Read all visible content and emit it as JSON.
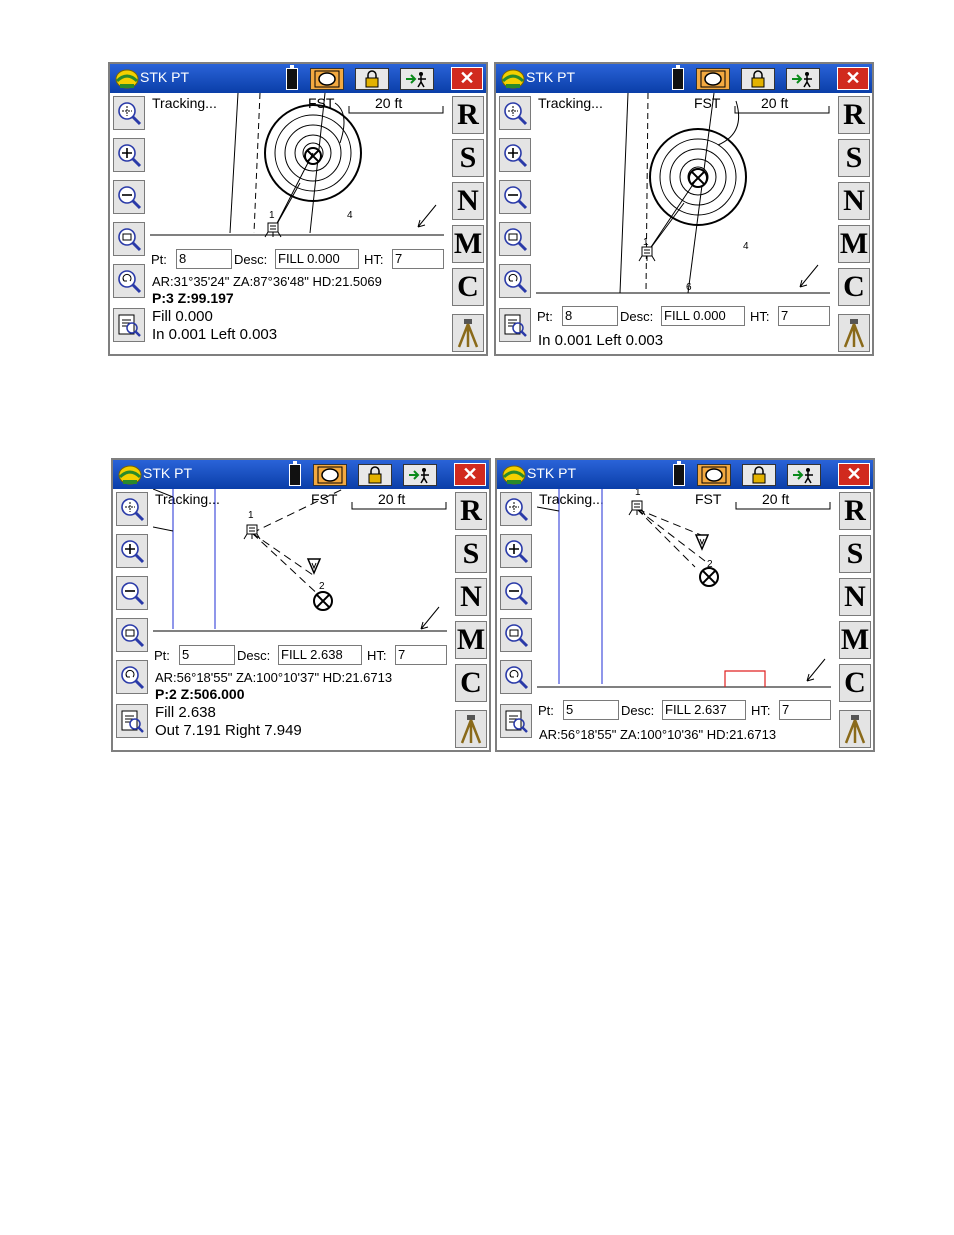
{
  "app": {
    "title": "STK PT",
    "close_label": "✕"
  },
  "side_letters": [
    "R",
    "S",
    "N",
    "M",
    "C"
  ],
  "screens": [
    {
      "status": "Tracking...",
      "mode": "FST",
      "scale": "20 ft",
      "point_labels": [
        "1",
        "4"
      ],
      "pt_label": "Pt:",
      "pt_value": "8",
      "desc_label": "Desc:",
      "desc_value": "FILL 0.000",
      "ht_label": "HT:",
      "ht_value": "7",
      "line1": "AR:31°35'24\"  ZA:87°36'48\"   HD:21.5069",
      "line2": "P:3 Z:99.197",
      "line3": "Fill 0.000",
      "line4": "In 0.001 Left 0.003"
    },
    {
      "status": "Tracking...",
      "mode": "FST",
      "scale": "20 ft",
      "point_labels": [
        "1",
        "4",
        "6"
      ],
      "pt_label": "Pt:",
      "pt_value": "8",
      "desc_label": "Desc:",
      "desc_value": "FILL 0.000",
      "ht_label": "HT:",
      "ht_value": "7",
      "line4": "In 0.001 Left 0.003"
    },
    {
      "status": "Tracking...",
      "mode": "FST",
      "scale": "20 ft",
      "point_labels": [
        "1",
        "2"
      ],
      "pt_label": "Pt:",
      "pt_value": "5",
      "desc_label": "Desc:",
      "desc_value": "FILL 2.638",
      "ht_label": "HT:",
      "ht_value": "7",
      "line1": "AR:56°18'55\"   ZA:100°10'37\"  HD:21.6713",
      "line2": "P:2 Z:506.000",
      "line3": "Fill 2.638",
      "line4": "Out 7.191 Right 7.949"
    },
    {
      "status": "Tracking...",
      "mode": "FST",
      "scale": "20 ft",
      "point_labels": [
        "1",
        "2"
      ],
      "pt_label": "Pt:",
      "pt_value": "5",
      "desc_label": "Desc:",
      "desc_value": "FILL 2.637",
      "ht_label": "HT:",
      "ht_value": "7",
      "line1": "AR:56°18'55\"   ZA:100°10'36\"  HD:21.6713"
    }
  ],
  "colors": {
    "titlebar": "#0a3ea8",
    "close": "#d12a1e",
    "linework_blue": "#1f2ed6",
    "red_marker": "#e02020"
  },
  "icons": [
    "helmet-logo-icon",
    "battery-icon",
    "target-icon",
    "lock-icon",
    "exit-icon",
    "close-icon",
    "zoom-extents-icon",
    "zoom-in-icon",
    "zoom-out-icon",
    "zoom-window-icon",
    "zoom-previous-icon",
    "report-icon",
    "tripod-icon"
  ]
}
